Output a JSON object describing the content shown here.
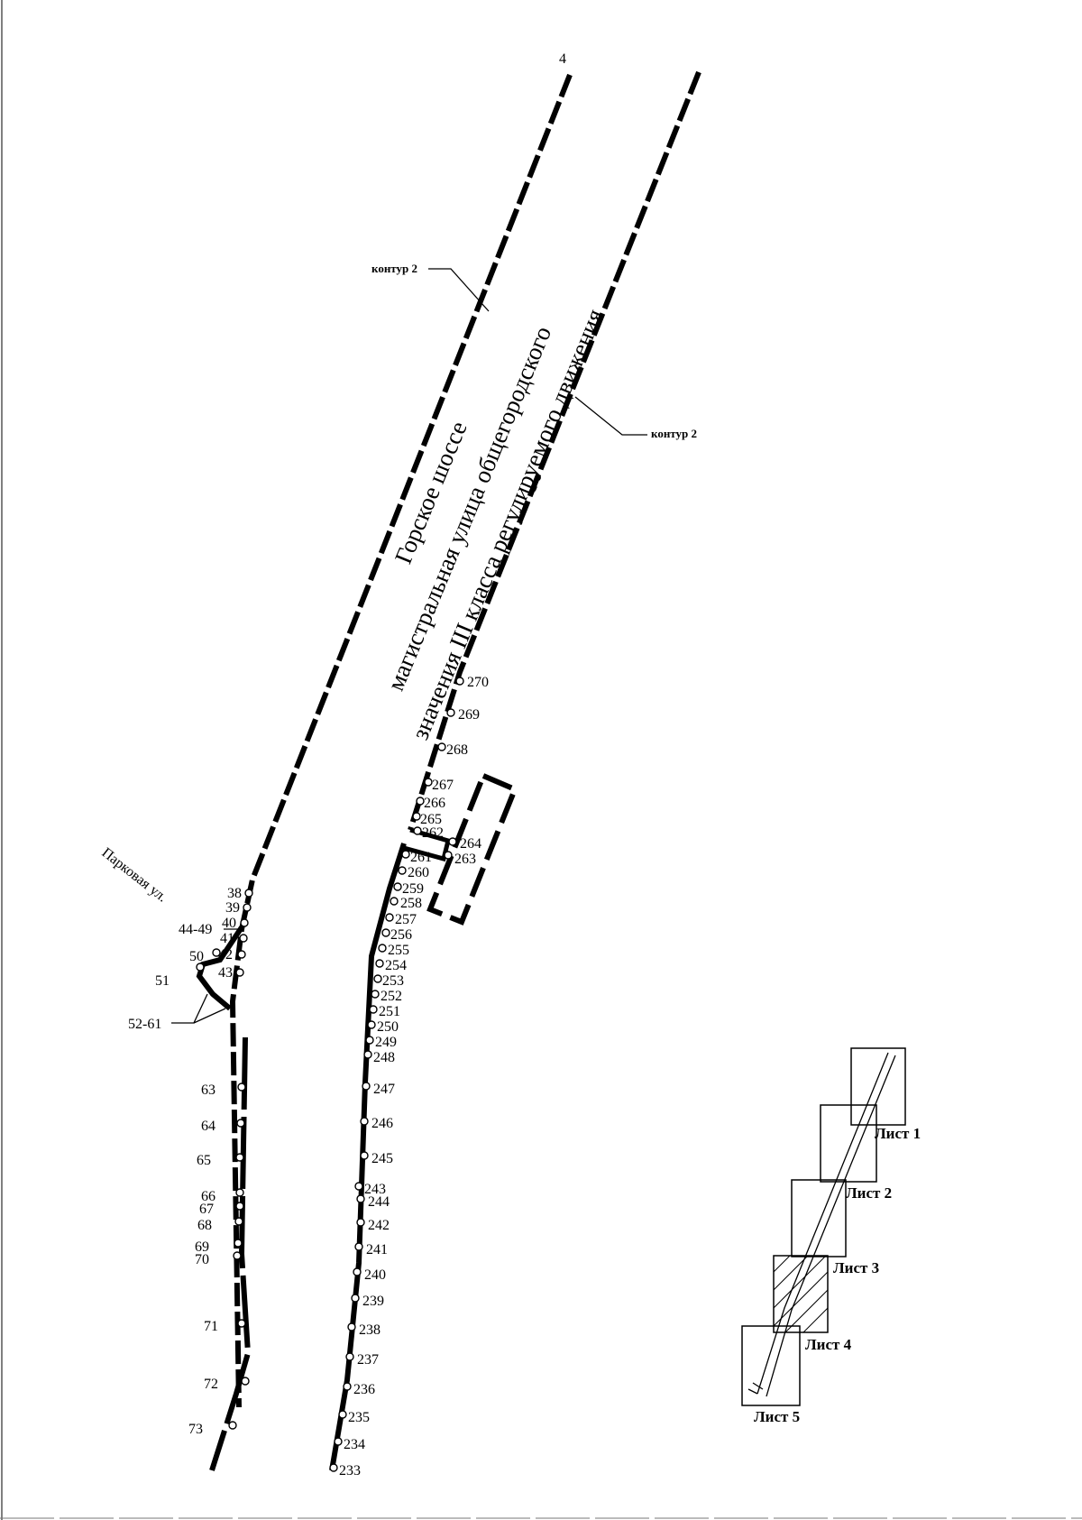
{
  "map": {
    "sheet_number": "4",
    "contour_labels": [
      "контур 2",
      "контур 2"
    ],
    "road": {
      "name": "Горское шоссе",
      "category_line1": "магистральная улица общегородского",
      "category_line2": "значения III класса регулируемого движения"
    },
    "side_street": {
      "name": "Парковая ул."
    },
    "group_labels": {
      "g44_49": "44-49",
      "g52_61": "52-61"
    },
    "left_points": [
      "38",
      "39",
      "40",
      "41",
      "42",
      "43",
      "50",
      "51",
      "63",
      "64",
      "65",
      "66",
      "67",
      "68",
      "69",
      "70",
      "71",
      "72",
      "73"
    ],
    "right_points": [
      "270",
      "269",
      "268",
      "267",
      "266",
      "265",
      "262",
      "264",
      "263",
      "261",
      "260",
      "259",
      "258",
      "257",
      "256",
      "255",
      "254",
      "253",
      "252",
      "251",
      "250",
      "249",
      "248",
      "247",
      "246",
      "245",
      "243",
      "244",
      "242",
      "241",
      "240",
      "239",
      "238",
      "237",
      "236",
      "235",
      "234",
      "233"
    ],
    "index_map": {
      "sheets": [
        "Лист 1",
        "Лист 2",
        "Лист 3",
        "Лист 4",
        "Лист 5"
      ]
    }
  }
}
